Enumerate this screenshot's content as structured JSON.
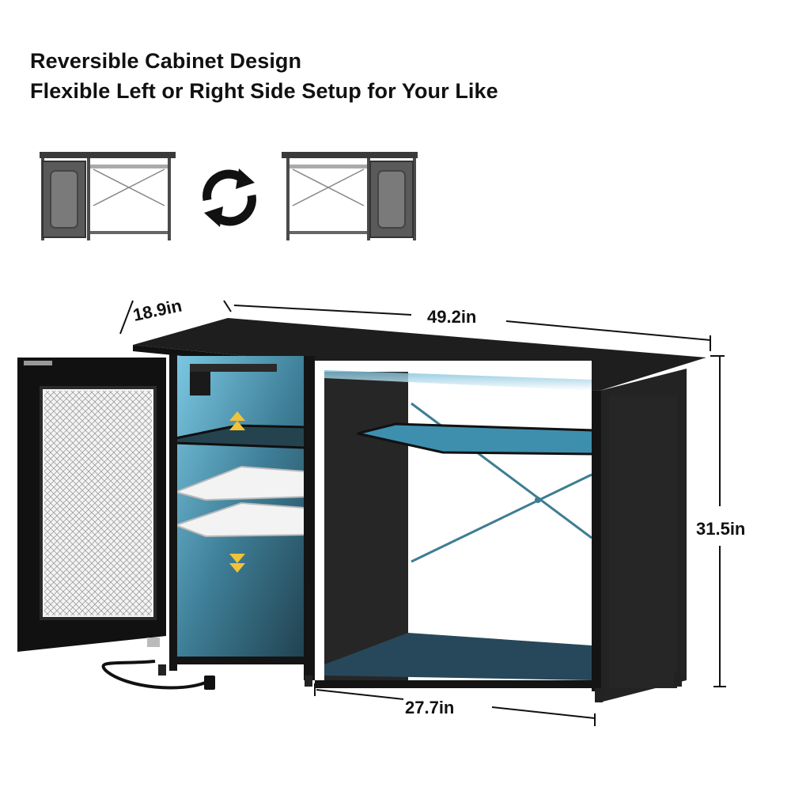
{
  "headline": {
    "line1": "Reversible Cabinet Design",
    "line2": "Flexible Left or Right Side Setup for Your Like"
  },
  "thumbnails": {
    "left": "cabinet-door-left-icon",
    "right": "cabinet-door-right-icon",
    "swap": "swap-arrows-icon"
  },
  "dimensions": {
    "depth": "18.9in",
    "width": "49.2in",
    "height": "31.5in",
    "inner_width": "27.7in"
  },
  "colors": {
    "cabinet_black": "#1b1b1b",
    "led_blue": "#4fa3c4",
    "text": "#111111"
  }
}
